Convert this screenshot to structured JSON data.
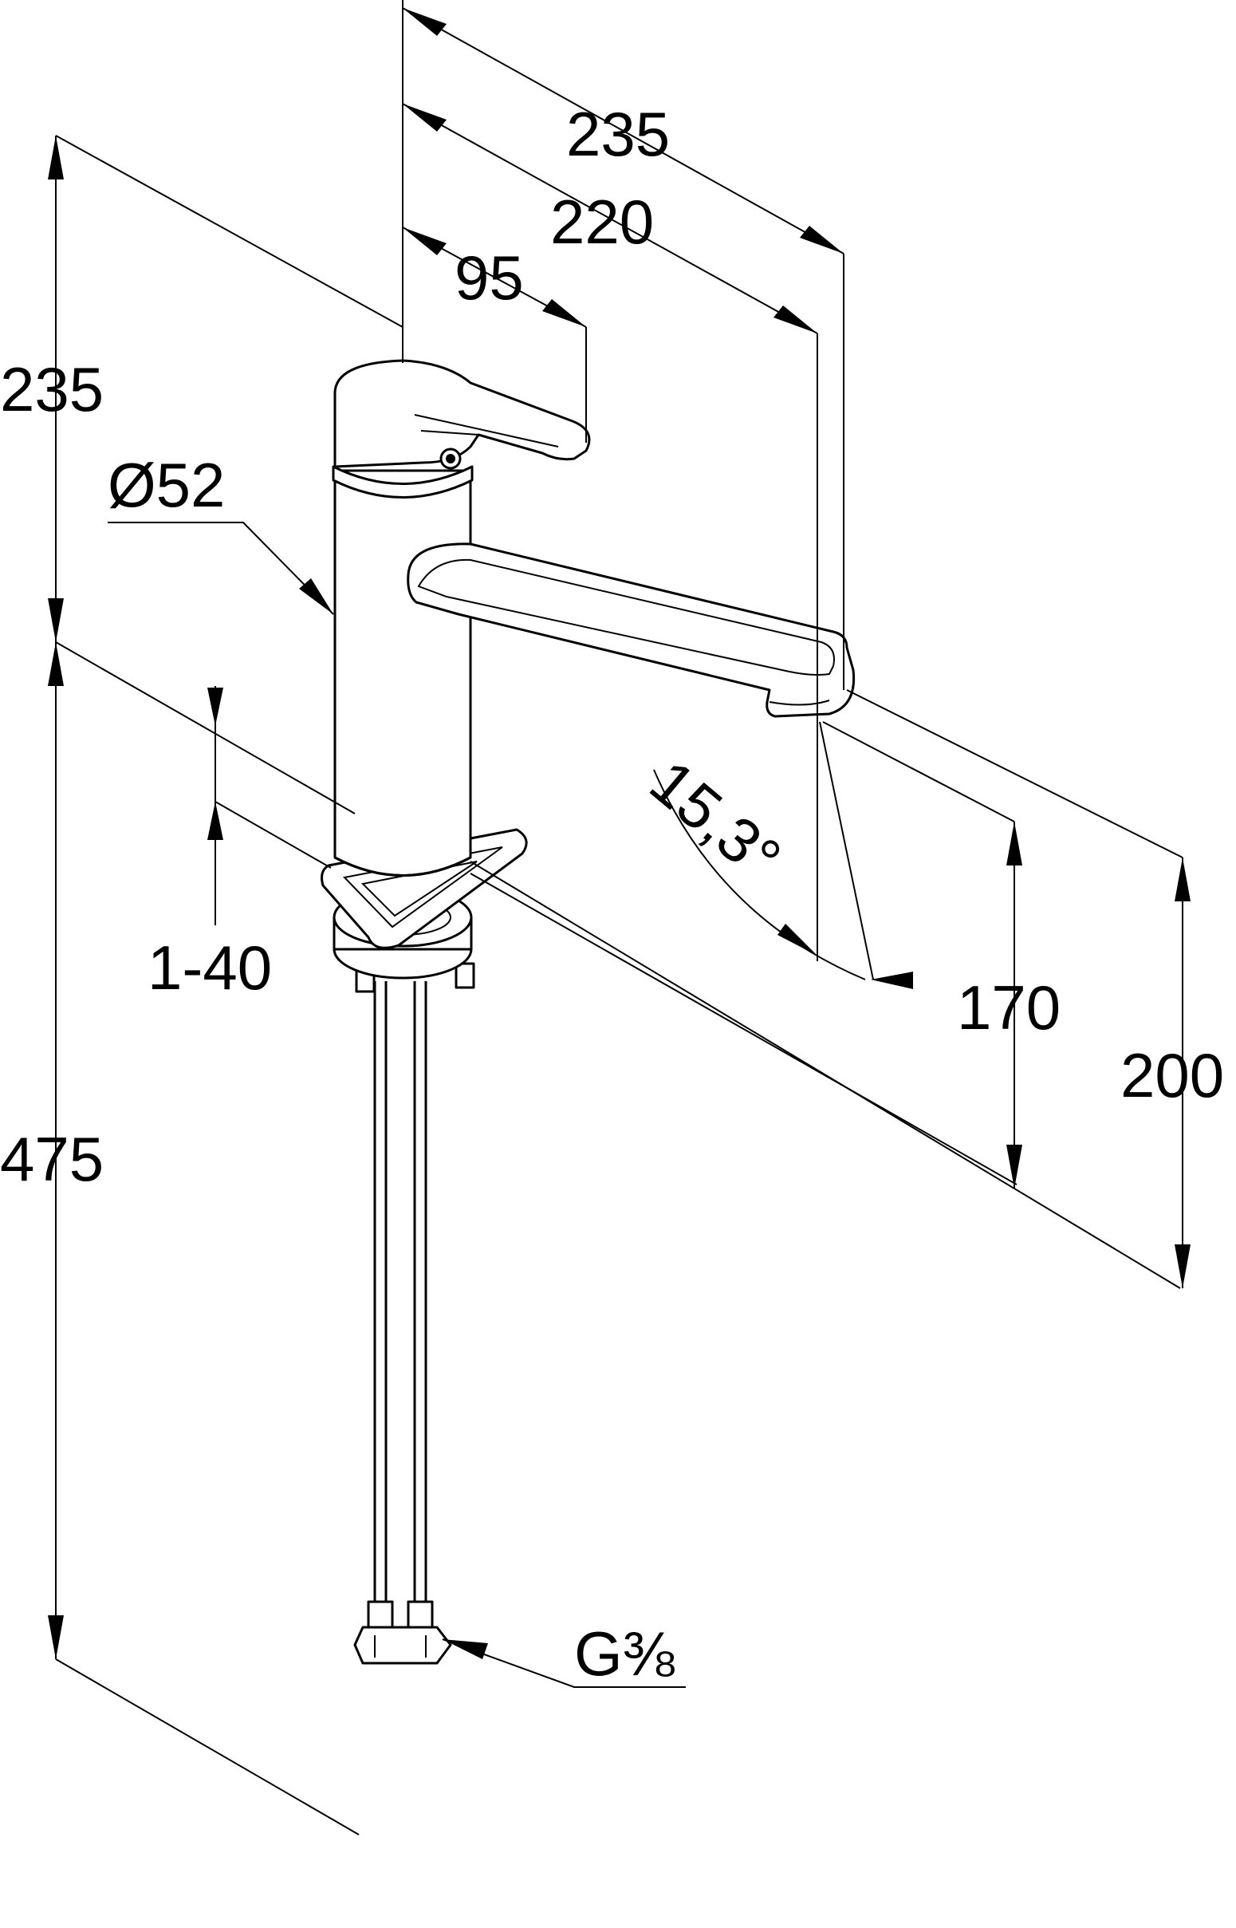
{
  "drawing": {
    "labels": {
      "total_reach": "235",
      "spout_reach": "220",
      "lever_reach": "95",
      "height_above_deck": "235",
      "body_diameter": "Ø52",
      "deck_thickness": "1-40",
      "swivel_angle": "15,3°",
      "spout_clearance": "170",
      "spout_height": "200",
      "hose_length": "475",
      "connection_thread": "G⅜"
    }
  }
}
